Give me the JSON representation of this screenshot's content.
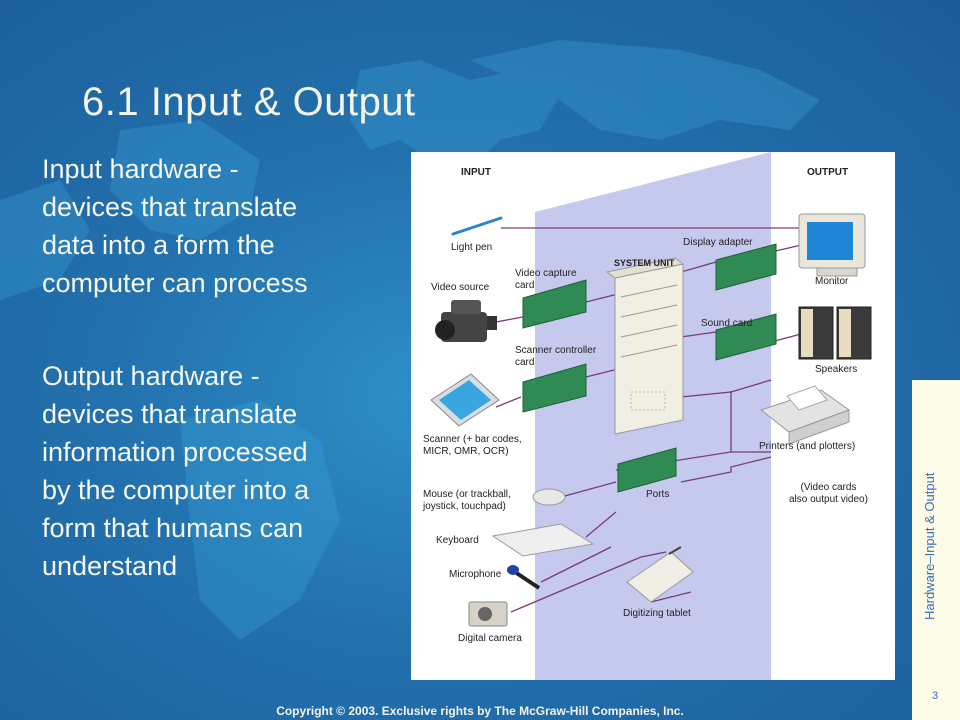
{
  "slide": {
    "title": "6.1  Input & Output",
    "bullets": [
      [
        "Input hardware -",
        "devices that translate",
        "data into a form the",
        "computer can process"
      ],
      [
        "Output hardware -",
        "devices that translate",
        "information processed",
        "by the computer into a",
        "form that humans can",
        "understand"
      ]
    ],
    "side_label": "Hardware–Input & Output",
    "page_number": "3",
    "copyright": "Copyright © 2003.  Exclusive rights by The McGraw-Hill  Companies, Inc."
  },
  "diagram": {
    "input_heading": "INPUT",
    "output_heading": "OUTPUT",
    "system_unit": "SYSTEM UNIT",
    "input_devices": {
      "light_pen": "Light pen",
      "video_source": "Video source",
      "scanner": [
        "Scanner (+ bar codes,",
        "MICR, OMR, OCR)"
      ],
      "mouse": [
        "Mouse (or trackball,",
        "joystick, touchpad)"
      ],
      "keyboard": "Keyboard",
      "microphone": "Microphone",
      "digital_camera": "Digital camera"
    },
    "cards": {
      "video_capture": [
        "Video capture",
        "card"
      ],
      "scanner_controller": [
        "Scanner controller",
        "card"
      ],
      "display_adapter": "Display adapter",
      "sound_card": "Sound card",
      "ports": "Ports"
    },
    "output_devices": {
      "monitor": "Monitor",
      "speakers": "Speakers",
      "printers": "Printers (and plotters)",
      "video_note": [
        "(Video cards",
        "also output video)"
      ],
      "digitizing_tablet": "Digitizing tablet"
    },
    "colors": {
      "wire": "#7a3a7a",
      "card": "#2f8a54",
      "panel": "#c6c9ee",
      "screen": "#1f86d6"
    }
  }
}
